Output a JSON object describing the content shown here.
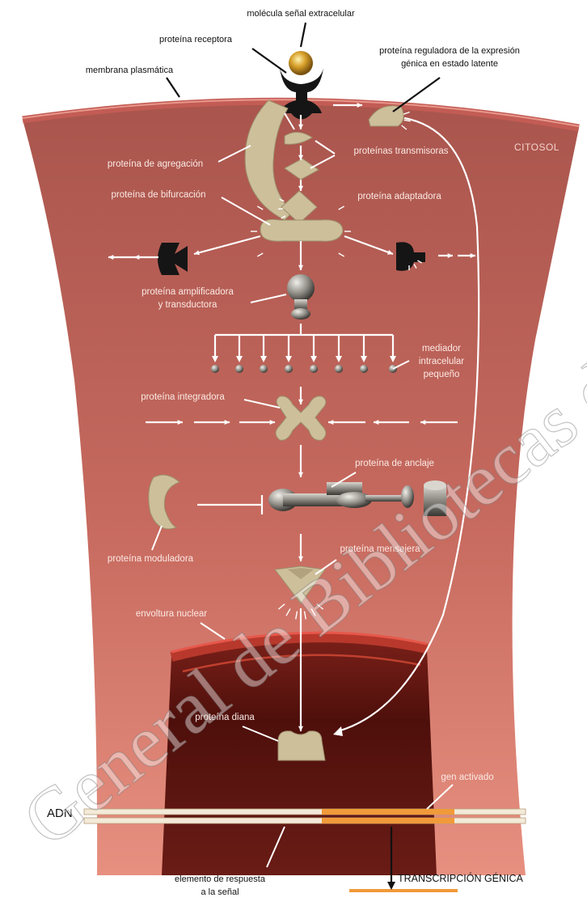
{
  "labels": {
    "signal_molecule": "molécula señal extracelular",
    "receptor": "proteína receptora",
    "membrane": "membrana plasmática",
    "gene_regulatory_line1": "proteína reguladora de la expresión",
    "gene_regulatory_line2": "génica en estado latente",
    "cytosol": "CITOSOL",
    "scaffold": "proteína de agregación",
    "relay": "proteínas transmisoras",
    "bifurcation": "proteína de bifurcación",
    "adaptor": "proteína adaptadora",
    "amplifier_line1": "proteína amplificadora",
    "amplifier_line2": "y transductora",
    "mediator_line1": "mediador",
    "mediator_line2": "intracelular",
    "mediator_line3": "pequeño",
    "integrator": "proteína integradora",
    "anchoring": "proteína de anclaje",
    "modulator": "proteína moduladora",
    "messenger": "proteína mensajera",
    "nuclear_envelope": "envoltura nuclear",
    "target": "proteína diana",
    "activated_gene": "gen activado",
    "dna": "ADN",
    "response_element_line1": "elemento de respuesta",
    "response_element_line2": "a la señal",
    "transcription": "TRANSCRIPCIÓN GÉNICA",
    "watermark": "General de Bibliotecas de"
  },
  "colors": {
    "cell_top": "#b15e55",
    "cell_bottom": "#e38a7b",
    "membrane": "#c25c54",
    "protein": "#cdbf9a",
    "nucleus": "#5a1410",
    "dna": "#f3ead8",
    "activated_gene": "#f09a3a",
    "signal_sphere": "#d7a02a"
  },
  "icons": [
    "signal-sphere",
    "receptor-cup",
    "arrow-white"
  ]
}
